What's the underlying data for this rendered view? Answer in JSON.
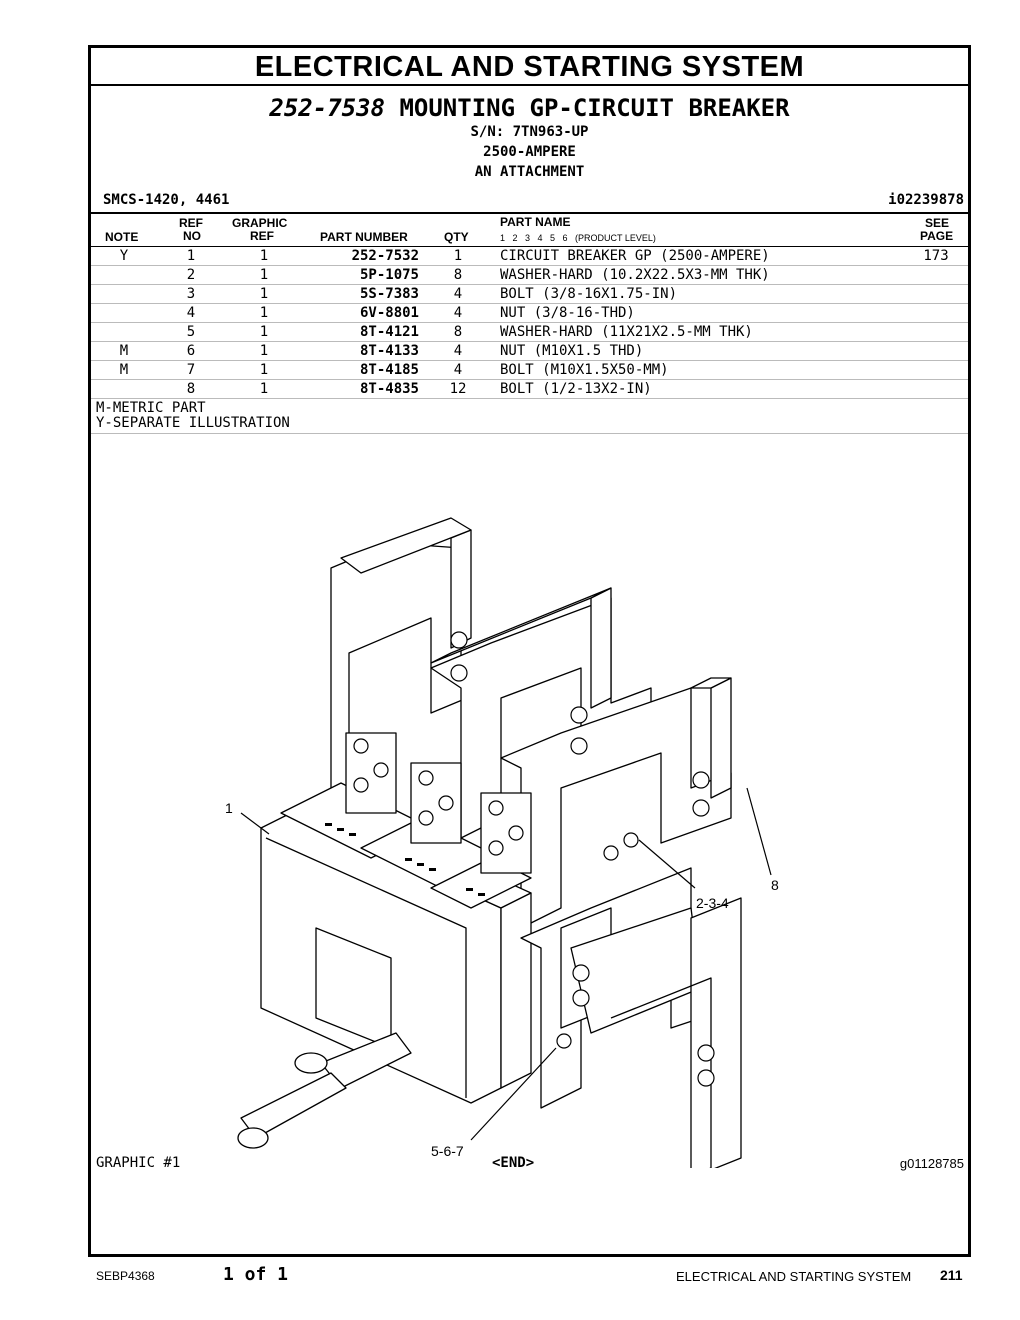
{
  "section_title": "ELECTRICAL AND STARTING SYSTEM",
  "group": {
    "part_number": "252-7538",
    "name": "MOUNTING GP-CIRCUIT BREAKER",
    "serial": "S/N: 7TN963-UP",
    "rating": "2500-AMPERE",
    "type": "AN ATTACHMENT"
  },
  "smcs": "SMCS-1420, 4461",
  "illustration_id": "i02239878",
  "table": {
    "headers": {
      "note": "NOTE",
      "ref_top": "REF",
      "ref_bottom": "NO",
      "graphic_top": "GRAPHIC",
      "graphic_bottom": "REF",
      "part_number": "PART NUMBER",
      "qty": "QTY",
      "part_name": "PART NAME",
      "levels": "1   2   3   4   5   6   (PRODUCT LEVEL)",
      "see_top": "SEE",
      "see_bottom": "PAGE"
    },
    "rows": [
      {
        "note": "Y",
        "ref": "1",
        "graphic_ref": "1",
        "part_number": "252-7532",
        "qty": "1",
        "name": "CIRCUIT BREAKER GP (2500-AMPERE)",
        "see_page": "173"
      },
      {
        "note": "",
        "ref": "2",
        "graphic_ref": "1",
        "part_number": "5P-1075",
        "qty": "8",
        "name": "WASHER-HARD (10.2X22.5X3-MM THK)",
        "see_page": ""
      },
      {
        "note": "",
        "ref": "3",
        "graphic_ref": "1",
        "part_number": "5S-7383",
        "qty": "4",
        "name": "BOLT (3/8-16X1.75-IN)",
        "see_page": ""
      },
      {
        "note": "",
        "ref": "4",
        "graphic_ref": "1",
        "part_number": "6V-8801",
        "qty": "4",
        "name": "NUT (3/8-16-THD)",
        "see_page": ""
      },
      {
        "note": "",
        "ref": "5",
        "graphic_ref": "1",
        "part_number": "8T-4121",
        "qty": "8",
        "name": "WASHER-HARD (11X21X2.5-MM THK)",
        "see_page": ""
      },
      {
        "note": "M",
        "ref": "6",
        "graphic_ref": "1",
        "part_number": "8T-4133",
        "qty": "4",
        "name": "NUT (M10X1.5 THD)",
        "see_page": ""
      },
      {
        "note": "M",
        "ref": "7",
        "graphic_ref": "1",
        "part_number": "8T-4185",
        "qty": "4",
        "name": "BOLT (M10X1.5X50-MM)",
        "see_page": ""
      },
      {
        "note": "",
        "ref": "8",
        "graphic_ref": "1",
        "part_number": "8T-4835",
        "qty": "12",
        "name": "BOLT (1/2-13X2-IN)",
        "see_page": ""
      }
    ]
  },
  "notes": [
    "M-METRIC PART",
    "Y-SEPARATE ILLUSTRATION"
  ],
  "callouts": {
    "c1": "1",
    "c234": "2-3-4",
    "c8": "8",
    "c567": "5-6-7"
  },
  "graphic_label": "GRAPHIC #1",
  "end_marker": "<END>",
  "graphic_id": "g01128785",
  "footer": {
    "doc": "SEBP4368",
    "page_of": "1 of 1",
    "section": "ELECTRICAL AND STARTING SYSTEM",
    "page": "211"
  }
}
